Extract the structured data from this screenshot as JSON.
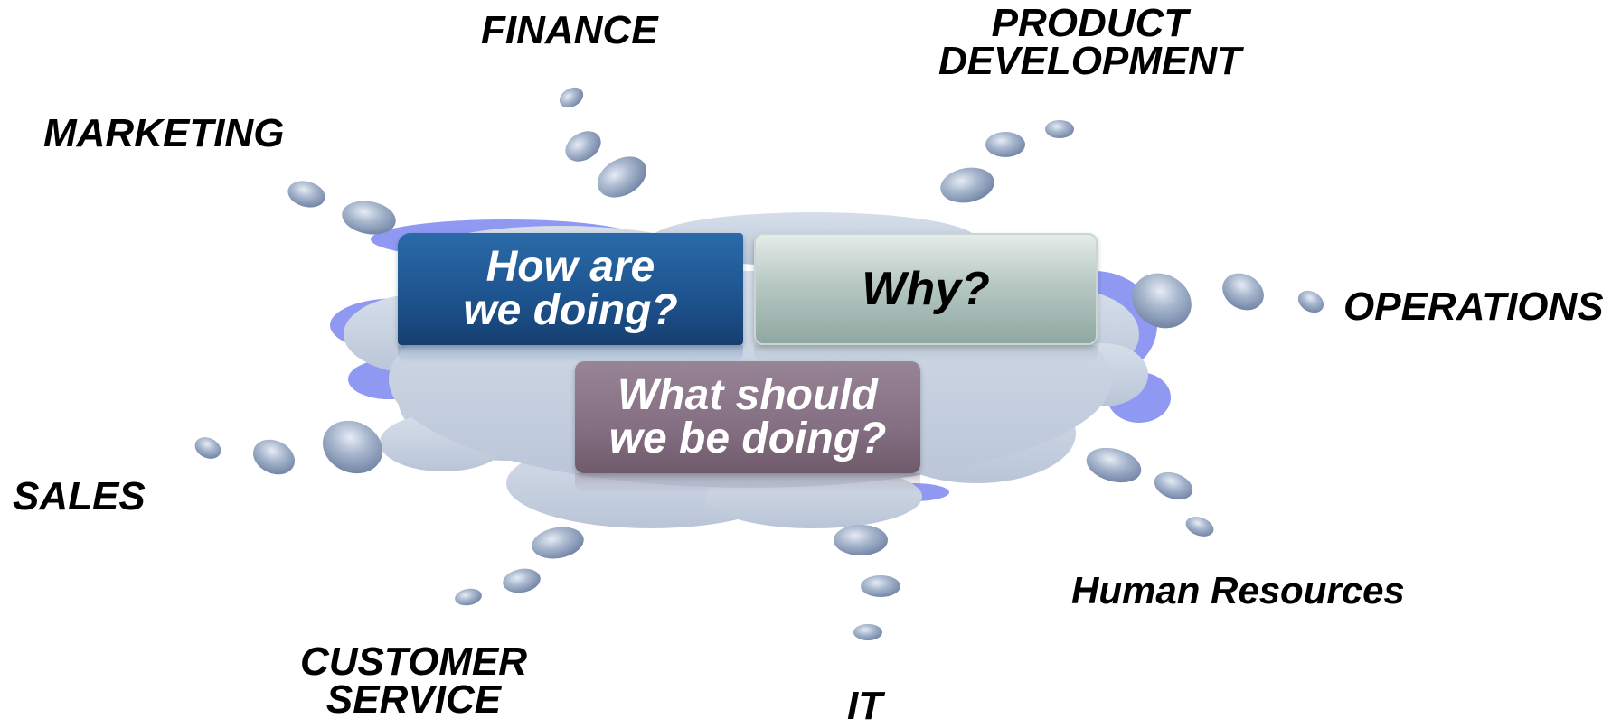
{
  "departments": {
    "finance": "FINANCE",
    "product_development": [
      "PRODUCT",
      "DEVELOPMENT"
    ],
    "marketing": "MARKETING",
    "operations": "OPERATIONS",
    "sales": "SALES",
    "human_resources": "Human Resources",
    "customer_service": [
      "CUSTOMER",
      "SERVICE"
    ],
    "it": "IT"
  },
  "questions": {
    "how": [
      "How are",
      "we doing?"
    ],
    "why": [
      "Why?"
    ],
    "what": [
      "What should",
      "we be doing?"
    ]
  },
  "colors": {
    "cloud_fill": "#c5d0df",
    "cloud_shadow": "#8c96f0",
    "droplet": "#9aaac4",
    "how_box": "#1e5590",
    "why_box": "#b7c8c3",
    "what_box": "#846f82"
  }
}
